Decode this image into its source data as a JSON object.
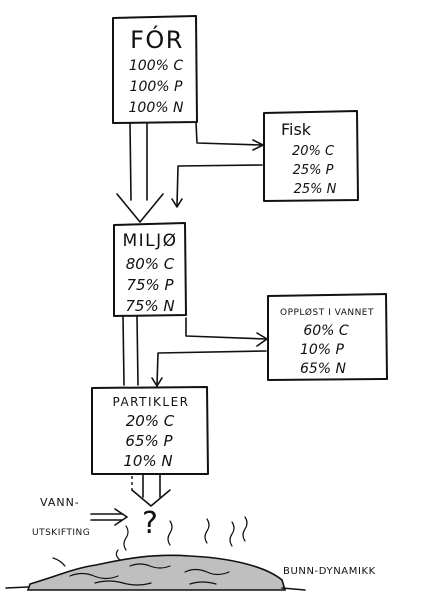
{
  "diagram": {
    "for_box": {
      "title": "FÓR",
      "lines": [
        "100% C",
        "100% P",
        "100% N"
      ]
    },
    "fisk_box": {
      "title": "Fisk",
      "lines": [
        "20% C",
        "25% P",
        "25% N"
      ]
    },
    "miljo_box": {
      "title": "MILJØ",
      "lines": [
        "80% C",
        "75% P",
        "75% N"
      ]
    },
    "opplost_box": {
      "title": "OPPLØST I VANNET",
      "lines": [
        "60% C",
        "10% P",
        "65% N"
      ]
    },
    "partikler_box": {
      "title": "PARTIKLER",
      "lines": [
        "20% C",
        "65% P",
        "10% N"
      ]
    },
    "question_mark": "?",
    "vannutskifting": {
      "line1": "VANN-",
      "line2": "UTSKIFTING"
    },
    "bunn_label": "BUNN-DYNAMIKK"
  }
}
